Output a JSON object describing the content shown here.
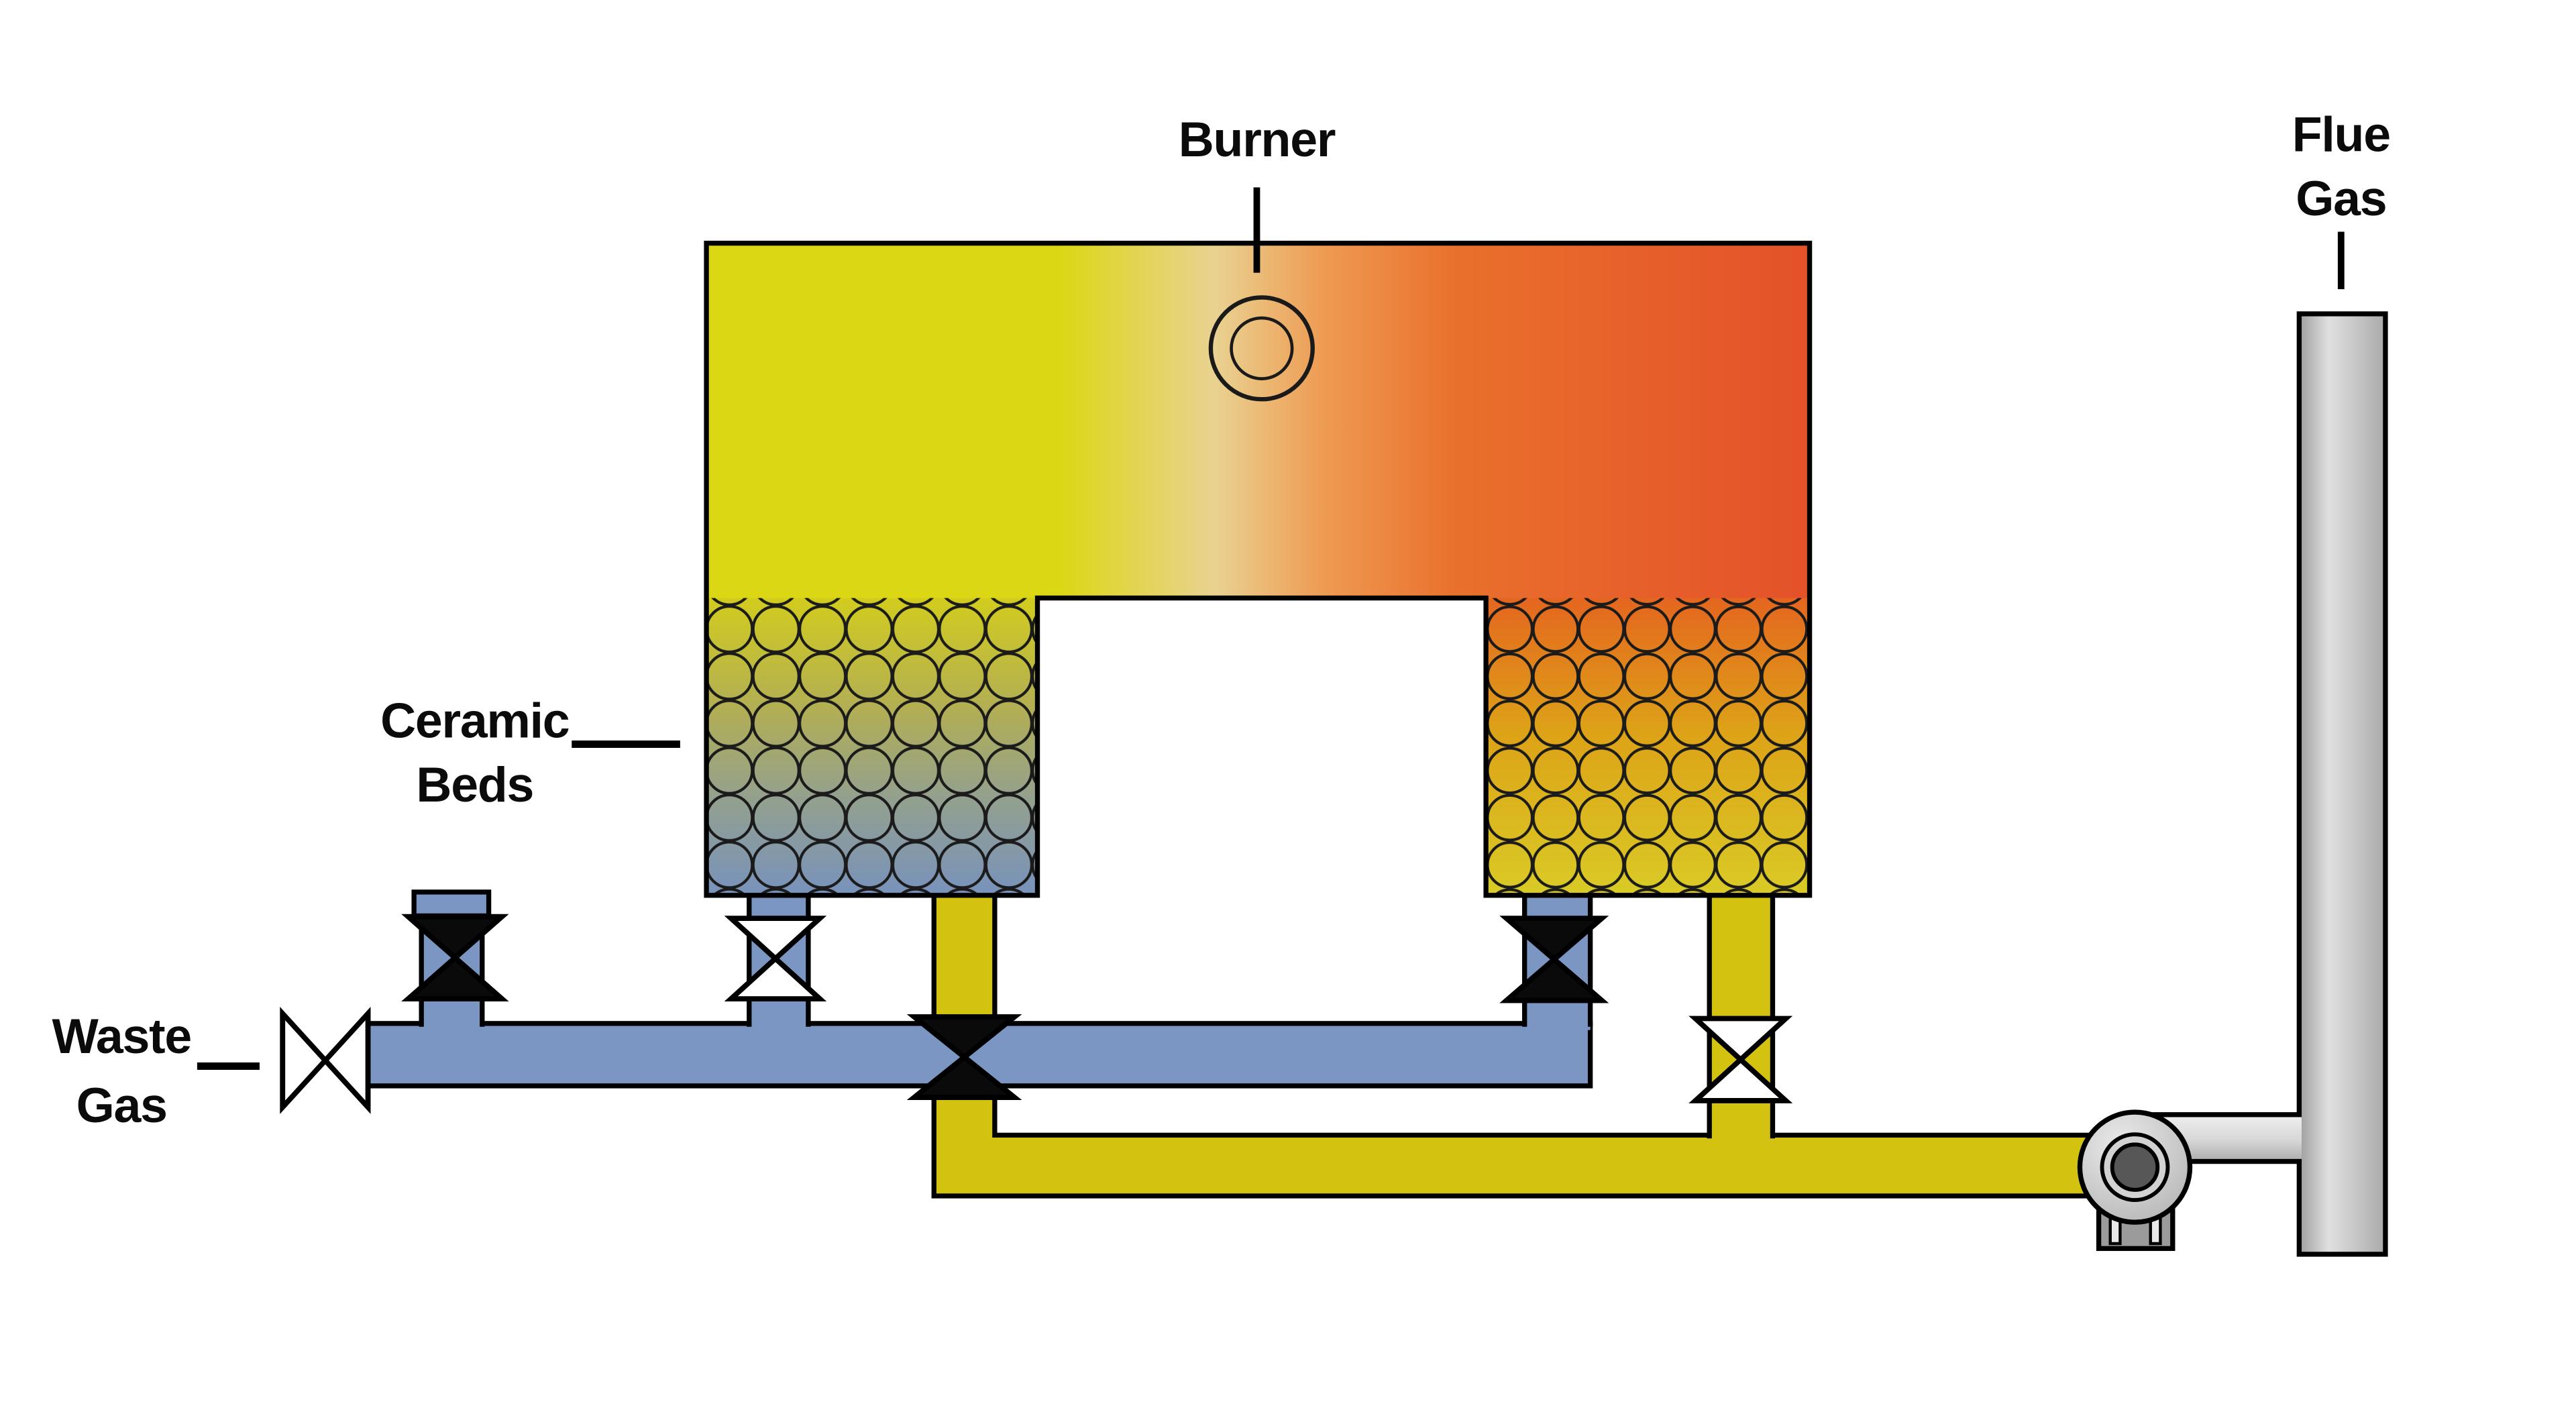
{
  "labels": {
    "burner": "Burner",
    "flue_gas_line1": "Flue",
    "flue_gas_line2": "Gas",
    "ceramic_beds_line1": "Ceramic",
    "ceramic_beds_line2": "Beds",
    "waste_gas_line1": "Waste",
    "waste_gas_line2": "Gas"
  },
  "colors": {
    "chamber_yellow": "#dcd714",
    "chamber_pale": "#e9d291",
    "chamber_salmon": "#ee9a52",
    "chamber_orange": "#e9702c",
    "chamber_red": "#e45129",
    "bed_top_yellow": "#d2cc1e",
    "bed_olive": "#b1ae55",
    "bed_gray_blue": "#93a08f",
    "bed_blue": "#7892bc",
    "bed_orange": "#e4661f",
    "bed_mid_yellow": "#dda217",
    "bed_bottom_yellow": "#d9cb26",
    "pipe_blue": "#7b96c3",
    "pipe_yellow": "#d4c211",
    "stack_dark": "#9c9c9c",
    "stack_light": "#e0e0e0",
    "stack_mid": "#aaaaaa",
    "outlet_light": "#f0f0f0",
    "outlet_mid": "#d6d6d6",
    "outlet_dark": "#a8a8a8",
    "fan_light": "#ebebeb",
    "fan_dark": "#b2b2b2",
    "fan_ring": "#d2d2d2",
    "fan_hub": "#575757",
    "pedestal_gray": "#9b9b9b",
    "bead_stroke": "#1b1b1b",
    "outline": "#000000",
    "label_color": "#0b0b0b",
    "valve_open_fill": "#ffffff",
    "valve_closed_fill": "#0a0a0a"
  },
  "valves": [
    {
      "name": "waste-gas-inlet-valve",
      "state": "open",
      "fill": "#ffffff"
    },
    {
      "name": "purge-branch-valve",
      "state": "closed",
      "fill": "#0a0a0a"
    },
    {
      "name": "left-bed-inlet-valve",
      "state": "open",
      "fill": "#ffffff"
    },
    {
      "name": "left-bed-outlet-valve",
      "state": "closed",
      "fill": "#0a0a0a"
    },
    {
      "name": "right-bed-inlet-valve",
      "state": "closed",
      "fill": "#0a0a0a"
    },
    {
      "name": "right-bed-outlet-valve",
      "state": "open",
      "fill": "#ffffff"
    }
  ]
}
